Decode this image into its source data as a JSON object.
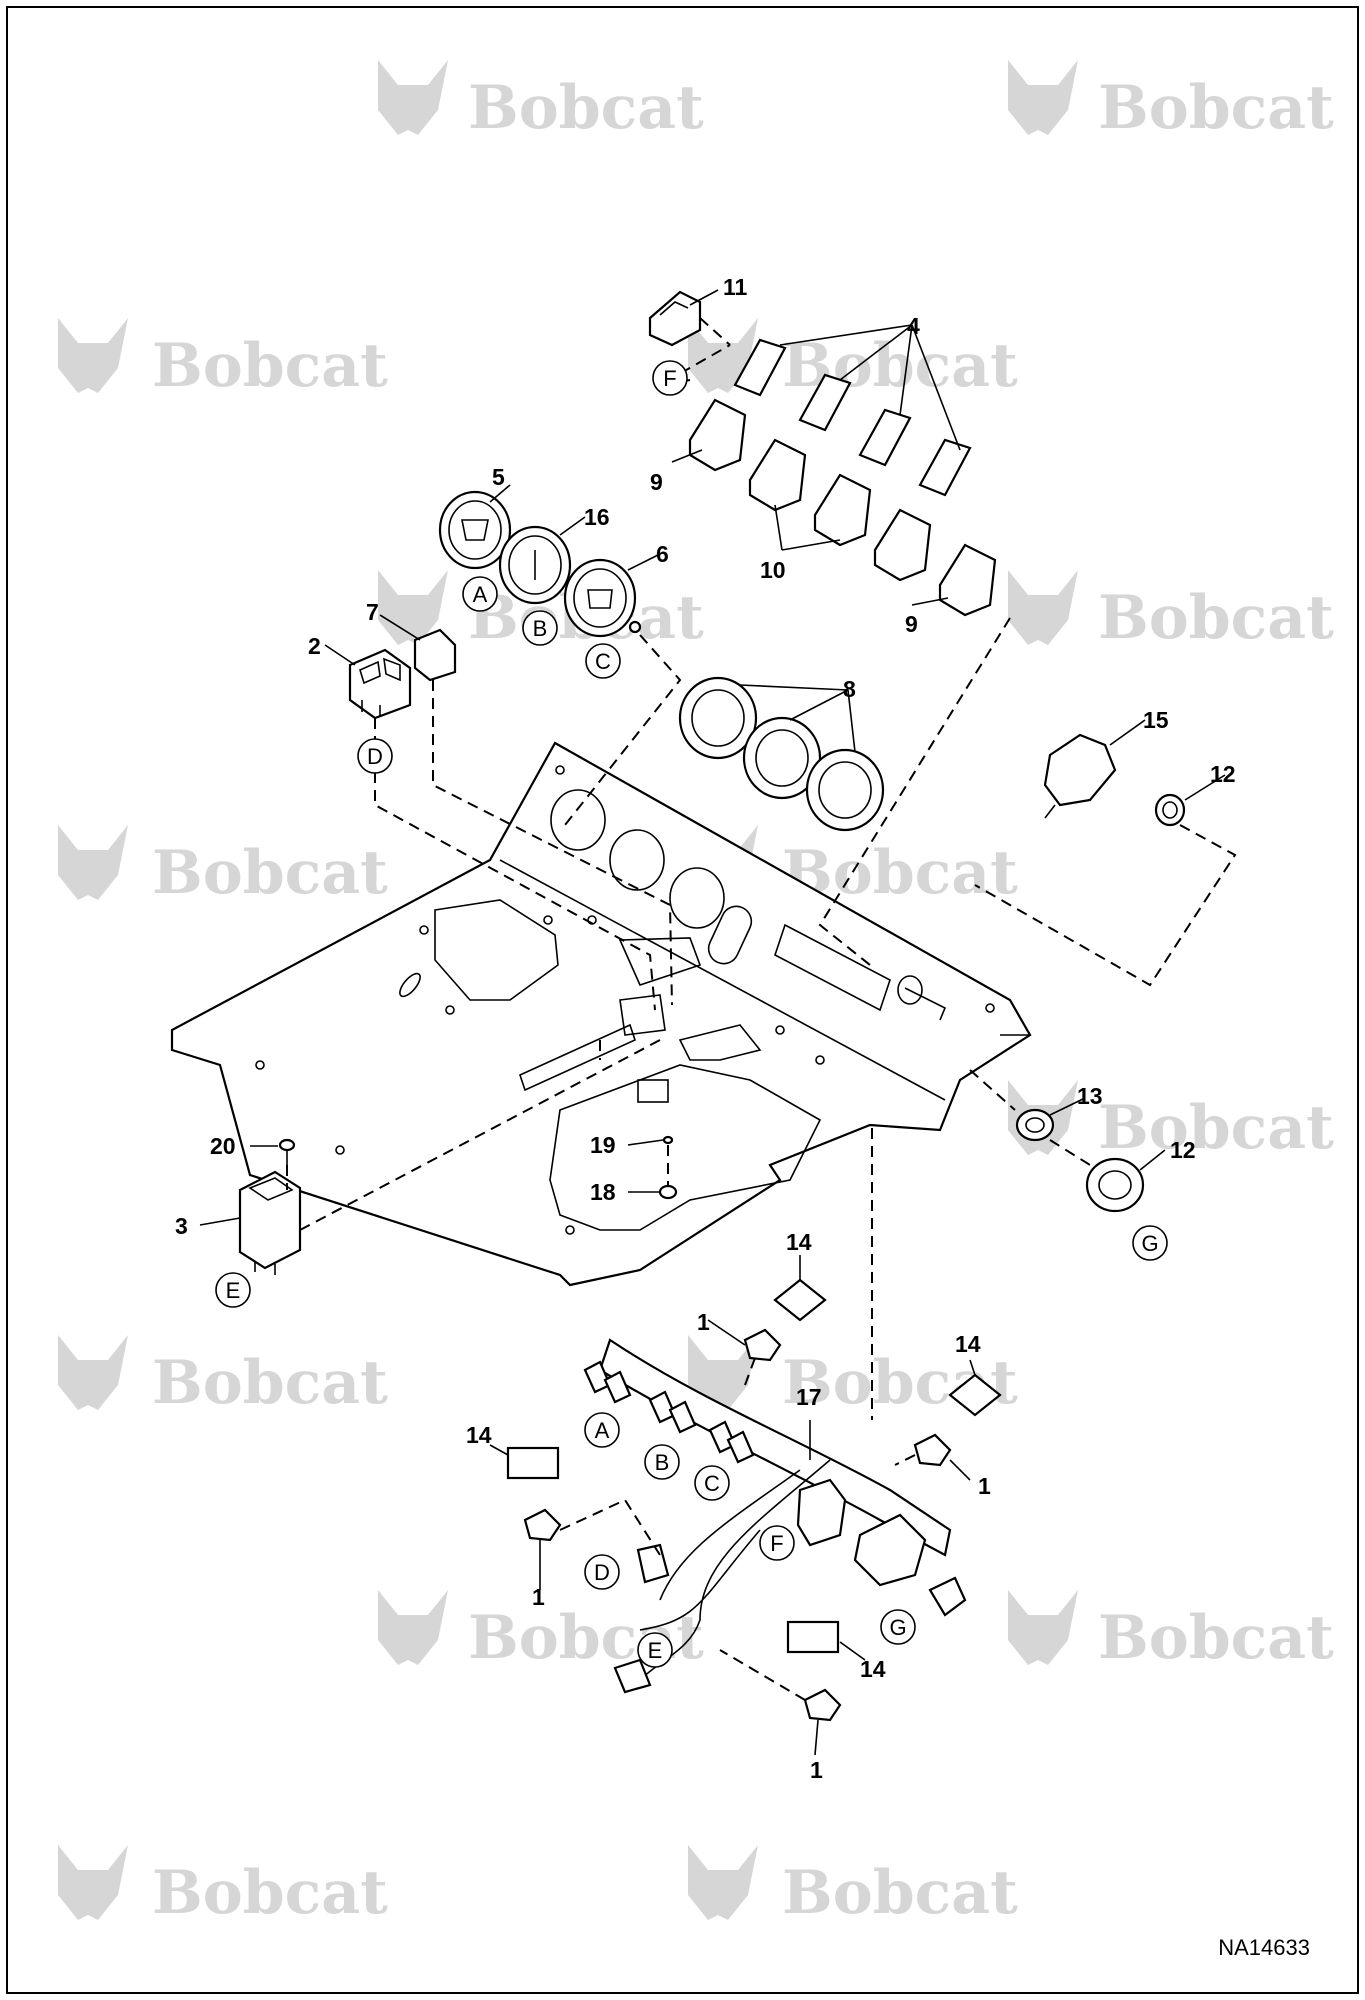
{
  "figure_id": "NA14633",
  "watermark": "Bobcat",
  "callouts": [
    "1",
    "1",
    "1",
    "1",
    "2",
    "3",
    "4",
    "5",
    "6",
    "7",
    "8",
    "9",
    "9",
    "10",
    "11",
    "12",
    "12",
    "13",
    "14",
    "14",
    "14",
    "14",
    "15",
    "16",
    "17",
    "18",
    "19",
    "20"
  ],
  "connector_letters": [
    "A",
    "B",
    "C",
    "D",
    "E",
    "F",
    "G"
  ],
  "colors": {
    "line": "#000000",
    "watermark": "#d6d6d6",
    "background": "#ffffff"
  }
}
